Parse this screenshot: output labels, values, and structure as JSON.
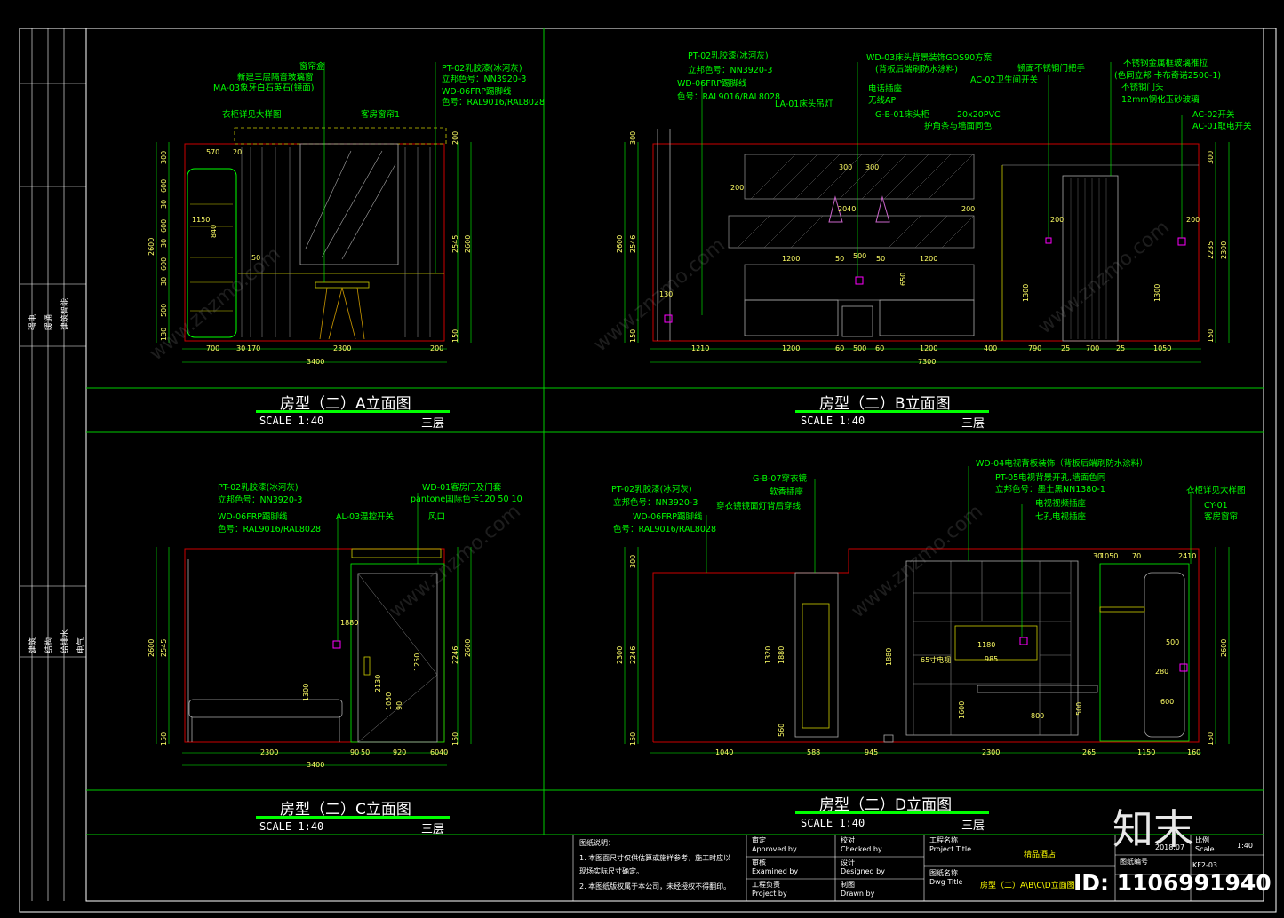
{
  "sheet": {
    "brand": "知末",
    "id_text": "ID: 1106991940",
    "floor_label": "三层",
    "scale_text": "SCALE 1:40"
  },
  "views": {
    "a": {
      "title": "房型（二）A立面图"
    },
    "b": {
      "title": "房型（二）B立面图"
    },
    "c": {
      "title": "房型（二）C立面图"
    },
    "d": {
      "title": "房型（二）D立面图"
    }
  },
  "annotations_a": [
    "窗帘盒",
    "新建三层隔音玻璃窗",
    "MA-03象牙白石英石(镜面)",
    "PT-02乳胶漆(冰河灰)",
    "立邦色号：NN3920-3",
    "WD-06FRP踢脚线",
    "色号：RAL9016/RAL8028",
    "衣柜详见大样图",
    "客房窗帘1"
  ],
  "annotations_b": [
    "PT-02乳胶漆(冰河灰)",
    "立邦色号：NN3920-3",
    "WD-06FRP踢脚线",
    "色号：RAL9016/RAL8028",
    "LA-01床头吊灯",
    "WD-03床头背景装饰GOS90方案",
    "(背板后端刷防水涂料)",
    "电话插座",
    "无线AP",
    "G-B-01床头柜",
    "20x20PVC",
    "护角条与墙面同色",
    "镜面不锈钢门把手",
    "AC-02卫生间开关",
    "不锈钢金属框玻璃推拉",
    "(色同立邦 卡布奇诺2500-1)",
    "不锈钢门头",
    "12mm钢化玉砂玻璃",
    "AC-02开关",
    "AC-01取电开关"
  ],
  "annotations_c": [
    "PT-02乳胶漆(冰河灰)",
    "立邦色号：NN3920-3",
    "WD-06FRP踢脚线",
    "色号：RAL9016/RAL8028",
    "AL-03温控开关",
    "WD-01客房门及门套",
    "pantone国际色卡120  50 10",
    "风口"
  ],
  "annotations_d": [
    "PT-02乳胶漆(冰河灰)",
    "立邦色号：NN3920-3",
    "WD-06FRP踢脚线",
    "色号：RAL9016/RAL8028",
    "G-B-07穿衣镜",
    "软香插座",
    "穿衣镜镜面灯背后穿线",
    "WD-04电视背板装饰（背板后端刷防水涂料）",
    "PT-05电视背景开孔,墙面色同",
    "立邦色号：墨土黑NN1380-1",
    "电视视频插座",
    "七孔电视插座",
    "衣柜详见大样图",
    "CY-01",
    "客房窗帘"
  ],
  "dims": {
    "a_bottom": [
      "700",
      "30",
      "170",
      "2300",
      "200",
      "3400"
    ],
    "b_bottom": [
      "1210",
      "1200",
      "60",
      "500",
      "60",
      "1200",
      "400",
      "790",
      "25",
      "700",
      "25",
      "1050",
      "7300"
    ],
    "c_bottom": [
      "2300",
      "90",
      "50",
      "920",
      "60",
      "40",
      "3400"
    ],
    "d_bottom": [
      "1040",
      "588",
      "945",
      "2300",
      "265",
      "1150",
      "160"
    ],
    "a_left": [
      "300",
      "600",
      "30",
      "600",
      "30",
      "600",
      "30",
      "500",
      "130",
      "2600"
    ],
    "a_right": [
      "200",
      "2545",
      "2600",
      "150"
    ],
    "b_left": [
      "300",
      "2600",
      "2546",
      "150"
    ],
    "b_right": [
      "300",
      "2235",
      "2300",
      "150"
    ],
    "c_left": [
      "2600",
      "2545",
      "150"
    ],
    "c_right": [
      "2600",
      "2246",
      "150"
    ],
    "d_left": [
      "300",
      "2300",
      "2246",
      "150"
    ],
    "d_right": [
      "2600",
      "150"
    ],
    "misc": [
      "20",
      "570",
      "1150",
      "840",
      "50",
      "300",
      "300",
      "200",
      "2040",
      "1200",
      "1200",
      "50",
      "500",
      "50",
      "650",
      "200",
      "1300",
      "200",
      "1300",
      "200",
      "130",
      "1300",
      "1880",
      "2130",
      "1250",
      "1050",
      "90",
      "30",
      "1050",
      "70",
      "2410",
      "1880",
      "65寸电视",
      "1180",
      "985",
      "1600",
      "800",
      "500",
      "280",
      "500",
      "600",
      "1320",
      "1880",
      "560"
    ]
  },
  "title_block": {
    "notes_title": "图纸说明：",
    "note1": "1. 本图面尺寸仅供估算或施样参考，施工时应以",
    "note1b": "   现场实际尺寸确定。",
    "note2": "2. 本图纸版权属于本公司，未经授权不得翻印。",
    "approved_cn": "审定",
    "approved_en": "Approved by",
    "examined_cn": "审核",
    "examined_en": "Examined by",
    "project_cn": "工程负责",
    "project_en": "Project by",
    "checked_cn": "校对",
    "checked_en": "Checked by",
    "designed_cn": "设计",
    "designed_en": "Designed by",
    "drawn_cn": "制图",
    "drawn_en": "Drawn by",
    "ptitle_cn": "工程名称",
    "ptitle_en": "Project Title",
    "project_name": "精品酒店",
    "dtitle_cn": "图纸名称",
    "dtitle_en": "Dwg Title",
    "dwg_title": "房型（二）A\\B\\C\\D立面图",
    "date": "2018.07",
    "scale_cn": "比例",
    "scale_en": "Scale",
    "scale_val": "1:40",
    "dwg_no_cn": "图纸编号",
    "dwg_no": "KF2-03"
  },
  "left_column": {
    "top": [
      "强电",
      "暖通",
      "建筑智能"
    ],
    "bottom": [
      "建筑",
      "结构",
      "给排水",
      "电气"
    ]
  }
}
